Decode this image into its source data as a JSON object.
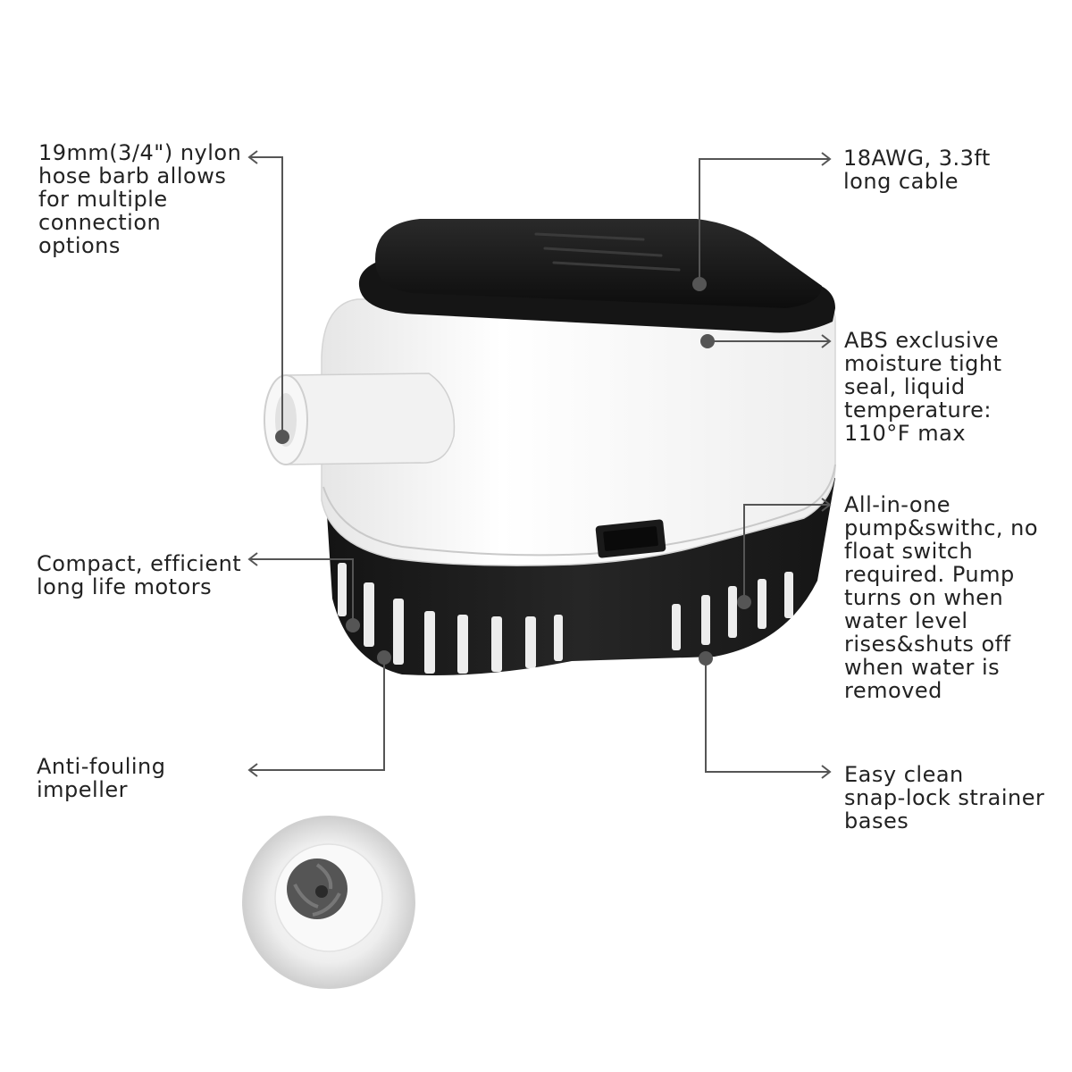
{
  "annotations": [
    {
      "id": "hose-barb",
      "lines": [
        "19mm(3/4\") nylon",
        "hose barb allows",
        "for multiple",
        "connection",
        "options"
      ]
    },
    {
      "id": "cable",
      "lines": [
        "18AWG, 3.3ft",
        "long cable"
      ]
    },
    {
      "id": "seal",
      "lines": [
        "ABS exclusive",
        "moisture tight",
        "seal, liquid",
        "temperature:",
        "110°F max"
      ]
    },
    {
      "id": "motors",
      "lines": [
        "Compact, efficient",
        "long life motors"
      ]
    },
    {
      "id": "switch",
      "lines": [
        "All-in-one",
        "pump&swithc, no",
        "float switch",
        "required. Pump",
        "turns on when",
        "water level",
        "rises&shuts off",
        "when water is",
        "removed"
      ]
    },
    {
      "id": "impeller",
      "lines": [
        "Anti-fouling",
        "impeller"
      ]
    },
    {
      "id": "strainer",
      "lines": [
        "Easy clean",
        "snap-lock strainer",
        "bases"
      ]
    }
  ],
  "colors": {
    "text": "#222222",
    "leader_line": "#555555",
    "dot": "#555555",
    "pump_body": "#f4f4f4",
    "pump_lid": "#1a1a1a",
    "pump_base": "#1e1e1e"
  },
  "icons": [
    "bilge-pump-illustration",
    "impeller-illustration"
  ]
}
